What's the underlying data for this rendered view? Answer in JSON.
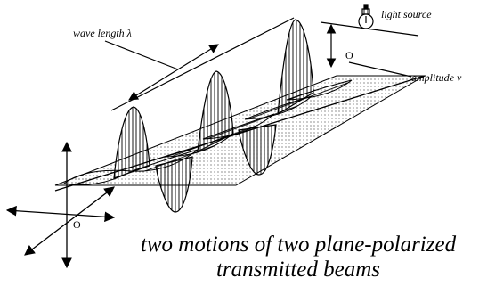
{
  "labels": {
    "wavelength": "wave length λ",
    "light_source": "light source",
    "amplitude": "amplitude ν",
    "origin_top": "O",
    "origin_bottom": "O",
    "caption_line1": "two motions of two plane-polarized",
    "caption_line2": "transmitted beams"
  },
  "icons": [
    "light-bulb-icon"
  ]
}
